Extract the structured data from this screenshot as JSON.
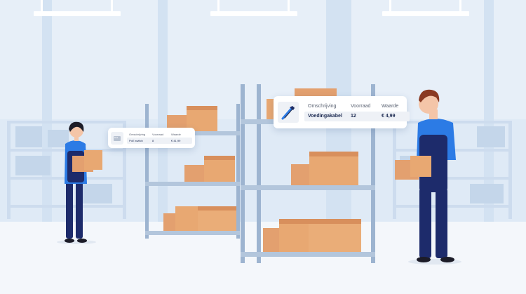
{
  "colors": {
    "wall": "#dfeaf6",
    "wall_panel": "#c9dcef",
    "floor": "#f2f6fb",
    "shelf_frame": "#9bb3cf",
    "box": "#e6a06f",
    "box_shadow": "#d78d58",
    "overall": "#1d2b6b",
    "shirt": "#2c7be5",
    "skin": "#f4c5a8",
    "hair_male": "#8a3a22",
    "hair_female": "#1c1c28"
  },
  "cards": {
    "main": {
      "icon": "cable-icon",
      "headers": [
        "Omschrijving",
        "Voorraad",
        "Waarde"
      ],
      "row": [
        "Voedingakabel",
        "12",
        "€ 4,99"
      ]
    },
    "secondary": {
      "icon": "product-icon",
      "headers": [
        "Omschrijving",
        "Voorraad",
        "Waarde"
      ],
      "row": [
        "PoE switch",
        "8",
        "€ 41,99"
      ]
    }
  }
}
